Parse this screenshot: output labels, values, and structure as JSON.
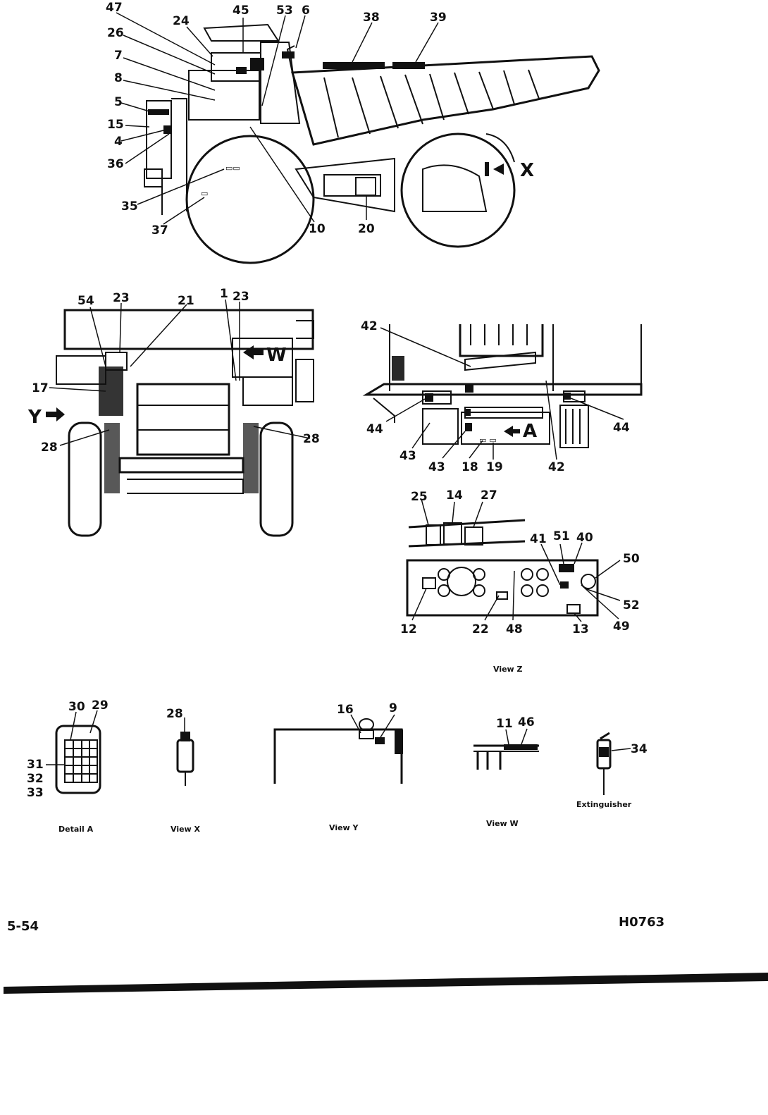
{
  "labels": {
    "side_view": [
      "47",
      "24",
      "45",
      "53",
      "6",
      "38",
      "39",
      "26",
      "7",
      "8",
      "5",
      "15",
      "4",
      "36",
      "35",
      "37",
      "10",
      "20"
    ],
    "side_view_x_marker": "X",
    "front_view": [
      "54",
      "23",
      "21",
      "1",
      "23",
      "17",
      "28",
      "28"
    ],
    "front_view_y_marker": "Y",
    "front_view_w_marker": "W",
    "rear_view": [
      "42",
      "44",
      "44",
      "43",
      "43",
      "18",
      "19",
      "42"
    ],
    "rear_view_a_marker": "A",
    "view_z": [
      "25",
      "14",
      "27",
      "41",
      "51",
      "40",
      "50",
      "52",
      "12",
      "22",
      "48",
      "13",
      "49"
    ],
    "detail_a": [
      "30",
      "29",
      "31",
      "32",
      "33"
    ],
    "view_x": [
      "28"
    ],
    "view_y": [
      "16",
      "9"
    ],
    "view_w": [
      "11",
      "46"
    ],
    "extinguisher": [
      "34"
    ]
  },
  "captions": {
    "view_z": "View Z",
    "detail_a": "Detail A",
    "view_x": "View X",
    "view_y": "View Y",
    "view_w": "View W",
    "extinguisher": "Extinguisher"
  },
  "footer": {
    "page_number": "5-54",
    "drawing_code": "H0763"
  },
  "colors": {
    "ink": "#111111",
    "paper": "#ffffff"
  }
}
